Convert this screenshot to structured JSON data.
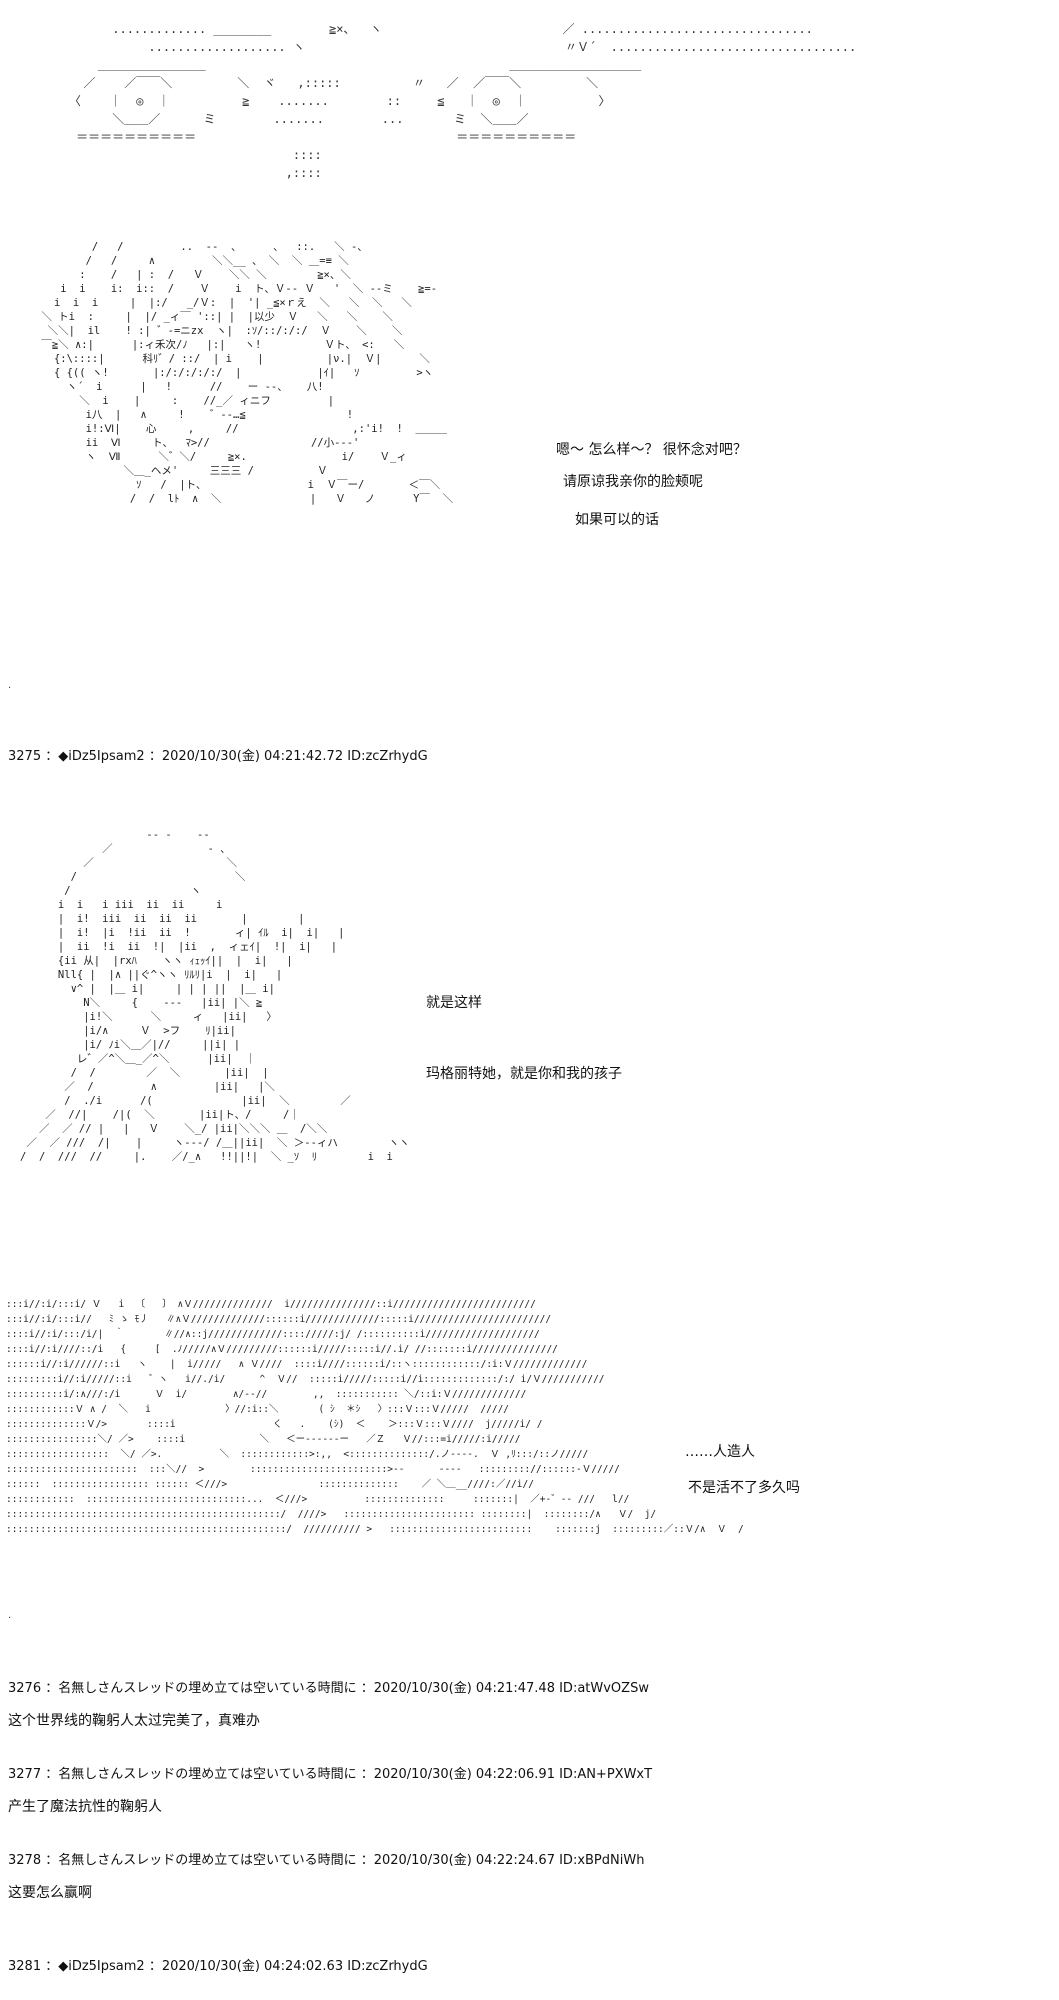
{
  "art_1_lines": [
    "          ............. ________        ≧×、  ヽ                         ／ ................................",
    "               ................... ヽ                                    〃Ｖ´  ..................................",
    "        ＿＿＿＿＿＿＿＿＿                                          ＿＿＿＿＿＿＿＿＿＿＿",
    "      ／    ／￣￣＼         ＼  ヾ   ,:::::          〃   ／  ／￣￣＼         ＼",
    "    〈    ｜  ◎  ｜          ≧    .......        ::     ≦   ｜  ◎  ｜          〉",
    "          ＼＿＿／      ミ        .......        ...       ミ  ＼＿＿／",
    "     ＝＝＝＝＝＝＝＝＝＝                                    ＝＝＝＝＝＝＝＝＝＝",
    "                                   ::::",
    "                                  ,::::"
  ],
  "art_2_lines": [
    "         /   /         ..  ‐‐  、     、  ::.   ＼ ‐、",
    "        /   /     ∧         ＼＼__ 、 ＼  ＼ ＿=≡ ＼",
    "       :    /   | :  /   Ｖ    ＼＼ ＼        ≧×、＼",
    "    i  i    i:  i::  /    Ｖ    i  ト、Ｖ‐‐ Ｖ   '  ＼ ‐‐ミ    ≧=‐",
    "   i  i  i     |  |:/   _/Ｖ:  |  '| _≦×ｒえ  ＼   ＼  ＼   ＼",
    " ＼ トi  :     |  |/ _ィ￣ '::| |  |以少  Ｖ   ＼   ＼    ＼",
    "  ＼＼|  il    ! :| ゛‐=ニzx  ヽ|  :ｿ/::/:/:/  Ｖ    ＼    ＼",
    " ￣≧＼ ∧:|      |:ィ禾次/ﾉ   |:|   ヽ!          Ｖト、 <:   ＼",
    "   {:\\::::|      科ﾘ゛/ ::/  | i    |          |ν.|  Ｖ|      ＼",
    "   { {(( ヽ!       |:/:/:/:/:/  |            |ｲ|   ｿ         >ヽ",
    "     ヽ´  i      |   !      //    ー ‐‐、   八!",
    "       ＼  i    |     :    //_／ ィニフ         |",
    "        i八  |   ∧     !    ゛‐‐…≦                !",
    "        i!:Ⅵ|    心     ,     //                  ,:'i!  !  ＿＿＿",
    "        ii  Ⅵ     ト、  ﾏ>//                //小‐‐‐'",
    "        ヽ  Ⅶ      ＼゛＼/     ≧×.               i/    Ｖ_ィ",
    "              ＼＿_ヘメ'     三三三 /          Ｖ",
    "                ｿ   /  |ト、                i  Ｖ￣ー/       ＜￣＼",
    "               /  /  lﾄ  ∧  ＼              |   Ｖ   ノ      Y￣  ＼"
  ],
  "speech_1": [
    "嗯～  怎么样～？  很怀念对吧？",
    "请原谅我亲你的脸颊呢",
    "如果可以的话"
  ],
  "post_3275_header": "3275 ：◆iDz5Ipsam2 ：2020/10/30(金) 04:21:42.72 ID:zcZrhydG",
  "art_3_lines": [
    "                    ‐‐ ‐    ‐‐",
    "             ／               ‐ 、",
    "          ／                     ＼",
    "        /                         ＼",
    "       /                   ヽ",
    "      i  i   i iii  ii  ii     i",
    "      |  i!  iii  ii  ii  ii       |        |",
    "      |  i!  |i  !ii  ii  !       ィ| ｲﾙ  i|  i|   |",
    "      |  ii  !i  ii  !|  |ii  ,  ィェｲ|  !|  i|   |",
    "      {ii 从|  |rxﾊ    ヽヽ ｨｪｯｲ||  |  i|   |",
    "      Nll{ |  |∧ ||ぐ^ヽヽ ﾘﾙﾘ|i  |  i|   |",
    "        ∨^ |  |＿ i|     | | | ||  |＿ i|",
    "          N＼     {    ‐‐‐   |ii| |＼ ≧",
    "          |i!＼      ＼     ィ   |ii|   〉",
    "          |i/∧     Ｖ  >フ    ﾘ|ii|",
    "          |i/ ﾉi＼＿／|//     ||i| |",
    "         レ゛／^＼＿_／^＼      |ii|  ｜",
    "        /  /        ／  ＼       |ii|  |",
    "       ／  /         ∧         |ii|   |＼",
    "       /  ./i      /(              |ii|  ＼        ／",
    "    ／  //|    /|(  ＼       |ii|ト、/     /｜",
    "   ／  ／ // |   |   Ｖ    ＼_/ |ii|＼＼＼ ＿  /＼＼",
    " ／  ／ ///  /|    |     ヽ‐‐-/ /＿||ii|  ＼ ＞‐-ィハ        ヽヽ",
    "/  /  ///  //     |.    ／/_∧   !!||!|  ＼ _ｿ  ﾘ        i  i"
  ],
  "speech_2": [
    "就是这样",
    "玛格丽特她，就是你和我的孩子"
  ],
  "art_4_lines": [
    ":::i//:i/:::i/ Ｖ   i  〔   〕 ∧Ｖ//////////////  i///////////////::i/////////////////////////",
    ":::i//:i/:::i//   ﾐ ゝ ﾓ丿   ∥∧Ｖ/////////////::::::i/////////////:::::i////////////////////////",
    "::::i//:i/:::/i/|  ｀       ∥//∧::j/////////////:::://///:j/ /::::::::::i////////////////////",
    "::::i//:i////::/i   {     [  .ﾉ/////∧Ｖ/////////::::::i/////:::::i//.i/ //:::::::i///////////////",
    "::::::i//:i//////::i   ヽ    |  i/////   ∧ Ｖ////  ::::i////::::::i/::ヽ::::::::::::/:i:Ｖ/////////////",
    ":::::::::i//:i/////::i   ゛ヽ   i//./i/      ^  Ｖ//  :::::i/////:::::i//i:::::::::::::/:/ i/Ｖ///////////",
    "::::::::::i/:∧///:/i      Ｖ  i/        ∧/‐‐//        ,,  ::::::::::: ＼/::i:Ｖ/////////////",
    "::::::::::::Ｖ ∧ /  ＼   i             〉//:i::＼       ( ｼ  ＊ｼ   〉:::Ｖ:::Ｖ/////  /////",
    "::::::::::::::Ｖ/>       ::::i                 く   .    (ｼ)  ＜    ＞:::Ｖ:::Ｖ////  j/////i/ /",
    "::::::::::::::::＼/ ／>    ::::i             ＼   ＜ー‐--‐‐‐ー   ／Ｚ   Ｖ//:::=i/////:i/////",
    "::::::::::::::::::  ＼/ ／>.          ＼  ::::::::::::>:,,  <::::::::::::::/.ノ‐‐‐-.  Ｖ ,ﾘ:::/::ノ/////",
    ":::::::::::::::::::::::  :::＼//  >        ::::::::::::::::::::::::>‐‐      ‐‐‐‐   ::::::::://::::::‐Ｖ/////",
    "::::::  ::::::::::::::::: :::::: ＜///>                ::::::::::::::    ／ ＼＿__////:／//i//",
    "::::::::::::  ::::::::::::::::::::::::::::...  ＜///>          ::::::::::::::     :::::::|  ／+‐゛-‐ ///   l//",
    "::::::::::::::::::::::::::::::::::::::::::::::::/  ////>   ::::::::::::::::::::::: ::::::::|  ::::::::/∧   Ｖ/  j/",
    ":::::::::::::::::::::::::::::::::::::::::::::::::/  ////////// >   :::::::::::::::::::::::::    :::::::j  :::::::::／::Ｖ/∧  Ｖ  /"
  ],
  "speech_3": [
    "……人造人",
    "不是活不了多久吗"
  ],
  "post_3276_header": "3276 ：名無しさんスレッドの埋め立ては空いている時間に ：2020/10/30(金) 04:21:47.48 ID:atWvOZSw",
  "post_3276_body": "这个世界线的鞠躬人太过完美了，真难办",
  "post_3277_header": "3277 ：名無しさんスレッドの埋め立ては空いている時間に ：2020/10/30(金) 04:22:06.91 ID:AN+PXWxT",
  "post_3277_body": "产生了魔法抗性的鞠躬人",
  "post_3278_header": "3278 ：名無しさんスレッドの埋め立ては空いている時間に ：2020/10/30(金) 04:22:24.67 ID:xBPdNiWh",
  "post_3278_body": "这要怎么赢啊",
  "post_3281_header": "3281 ：◆iDz5Ipsam2 ：2020/10/30(金) 04:24:02.63 ID:zcZrhydG"
}
